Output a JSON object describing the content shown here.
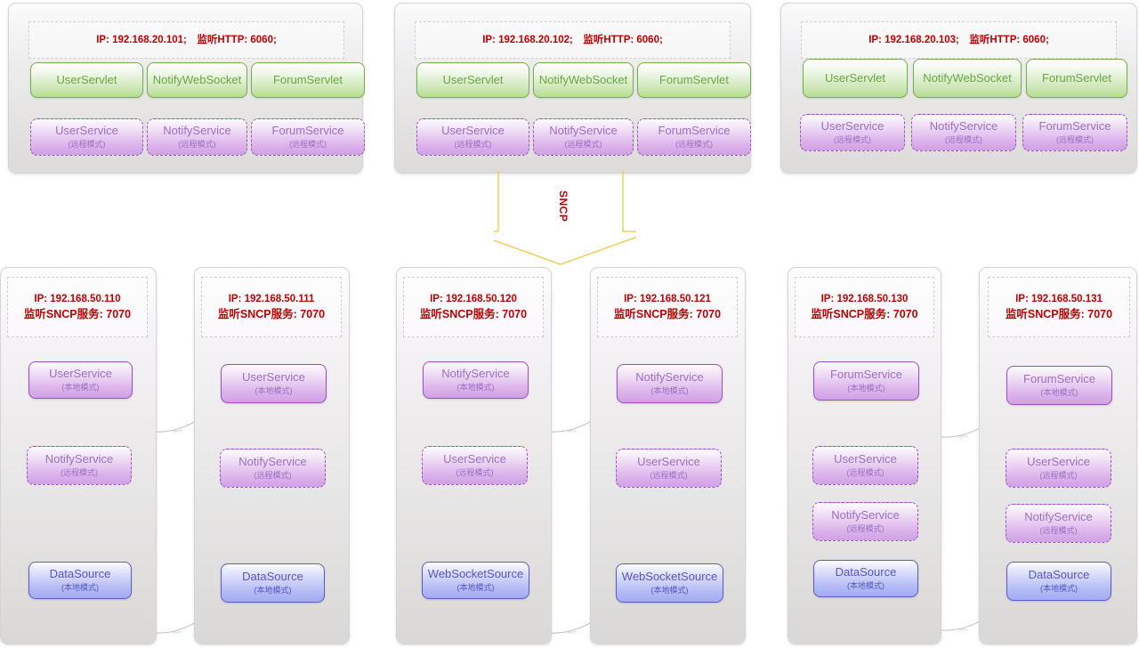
{
  "diagram": {
    "protocol_label": "SNCP",
    "link_label": "SNCP",
    "colors": {
      "ip_text": "#c00000",
      "servlet": "#6ba544",
      "service": "#9b6fc0",
      "datasource": "#5656c4",
      "arrow": "#f5c842",
      "panel_bg": "#e6e5e4"
    },
    "mode_local": "(本地模式)",
    "mode_remote": "(远程模式)"
  },
  "app_nodes": [
    {
      "ip_line": "IP: 192.168.20.101;",
      "port_line": "监听HTTP: 6060;",
      "servlets": [
        "UserServlet",
        "NotifyWebSocket",
        "ForumServlet"
      ],
      "services": [
        {
          "name": "UserService",
          "mode": "(远程模式)"
        },
        {
          "name": "NotifyService",
          "mode": "(远程模式)"
        },
        {
          "name": "ForumService",
          "mode": "(远程模式)"
        }
      ]
    },
    {
      "ip_line": "IP: 192.168.20.102;",
      "port_line": "监听HTTP: 6060;",
      "servlets": [
        "UserServlet",
        "NotifyWebSocket",
        "ForumServlet"
      ],
      "services": [
        {
          "name": "UserService",
          "mode": "(远程模式)"
        },
        {
          "name": "NotifyService",
          "mode": "(远程模式)"
        },
        {
          "name": "ForumService",
          "mode": "(远程模式)"
        }
      ]
    },
    {
      "ip_line": "IP: 192.168.20.103;",
      "port_line": "监听HTTP: 6060;",
      "servlets": [
        "UserServlet",
        "NotifyWebSocket",
        "ForumServlet"
      ],
      "services": [
        {
          "name": "UserService",
          "mode": "(远程模式)"
        },
        {
          "name": "NotifyService",
          "mode": "(远程模式)"
        },
        {
          "name": "ForumService",
          "mode": "(远程模式)"
        }
      ]
    }
  ],
  "service_nodes": [
    {
      "ip_line": "IP: 192.168.50.110",
      "port_line": "监听SNCP服务: 7070",
      "components": [
        {
          "name": "UserService",
          "mode": "(本地模式)",
          "kind": "purple-local"
        },
        {
          "name": "NotifyService",
          "mode": "(远程模式)",
          "kind": "purple-remote"
        },
        {
          "name": "DataSource",
          "mode": "(本地模式)",
          "kind": "blue"
        }
      ]
    },
    {
      "ip_line": "IP: 192.168.50.111",
      "port_line": "监听SNCP服务: 7070",
      "components": [
        {
          "name": "UserService",
          "mode": "(本地模式)",
          "kind": "purple-local"
        },
        {
          "name": "NotifyService",
          "mode": "(远程模式)",
          "kind": "purple-remote"
        },
        {
          "name": "DataSource",
          "mode": "(本地模式)",
          "kind": "blue"
        }
      ]
    },
    {
      "ip_line": "IP: 192.168.50.120",
      "port_line": "监听SNCP服务: 7070",
      "components": [
        {
          "name": "NotifyService",
          "mode": "(本地模式)",
          "kind": "purple-local"
        },
        {
          "name": "UserService",
          "mode": "(远程模式)",
          "kind": "purple-remote"
        },
        {
          "name": "WebSocketSource",
          "mode": "(本地模式)",
          "kind": "blue"
        }
      ]
    },
    {
      "ip_line": "IP: 192.168.50.121",
      "port_line": "监听SNCP服务: 7070",
      "components": [
        {
          "name": "NotifyService",
          "mode": "(本地模式)",
          "kind": "purple-local"
        },
        {
          "name": "UserService",
          "mode": "(远程模式)",
          "kind": "purple-remote"
        },
        {
          "name": "WebSocketSource",
          "mode": "(本地模式)",
          "kind": "blue"
        }
      ]
    },
    {
      "ip_line": "IP: 192.168.50.130",
      "port_line": "监听SNCP服务: 7070",
      "components": [
        {
          "name": "ForumService",
          "mode": "(本地模式)",
          "kind": "purple-local"
        },
        {
          "name": "UserService",
          "mode": "(远程模式)",
          "kind": "purple-remote"
        },
        {
          "name": "NotifyService",
          "mode": "(远程模式)",
          "kind": "purple-remote"
        },
        {
          "name": "DataSource",
          "mode": "(本地模式)",
          "kind": "blue"
        }
      ]
    },
    {
      "ip_line": "IP: 192.168.50.131",
      "port_line": "监听SNCP服务: 7070",
      "components": [
        {
          "name": "ForumService",
          "mode": "(本地模式)",
          "kind": "purple-local"
        },
        {
          "name": "UserService",
          "mode": "(远程模式)",
          "kind": "purple-remote"
        },
        {
          "name": "NotifyService",
          "mode": "(远程模式)",
          "kind": "purple-remote"
        },
        {
          "name": "DataSource",
          "mode": "(本地模式)",
          "kind": "blue"
        }
      ]
    }
  ]
}
